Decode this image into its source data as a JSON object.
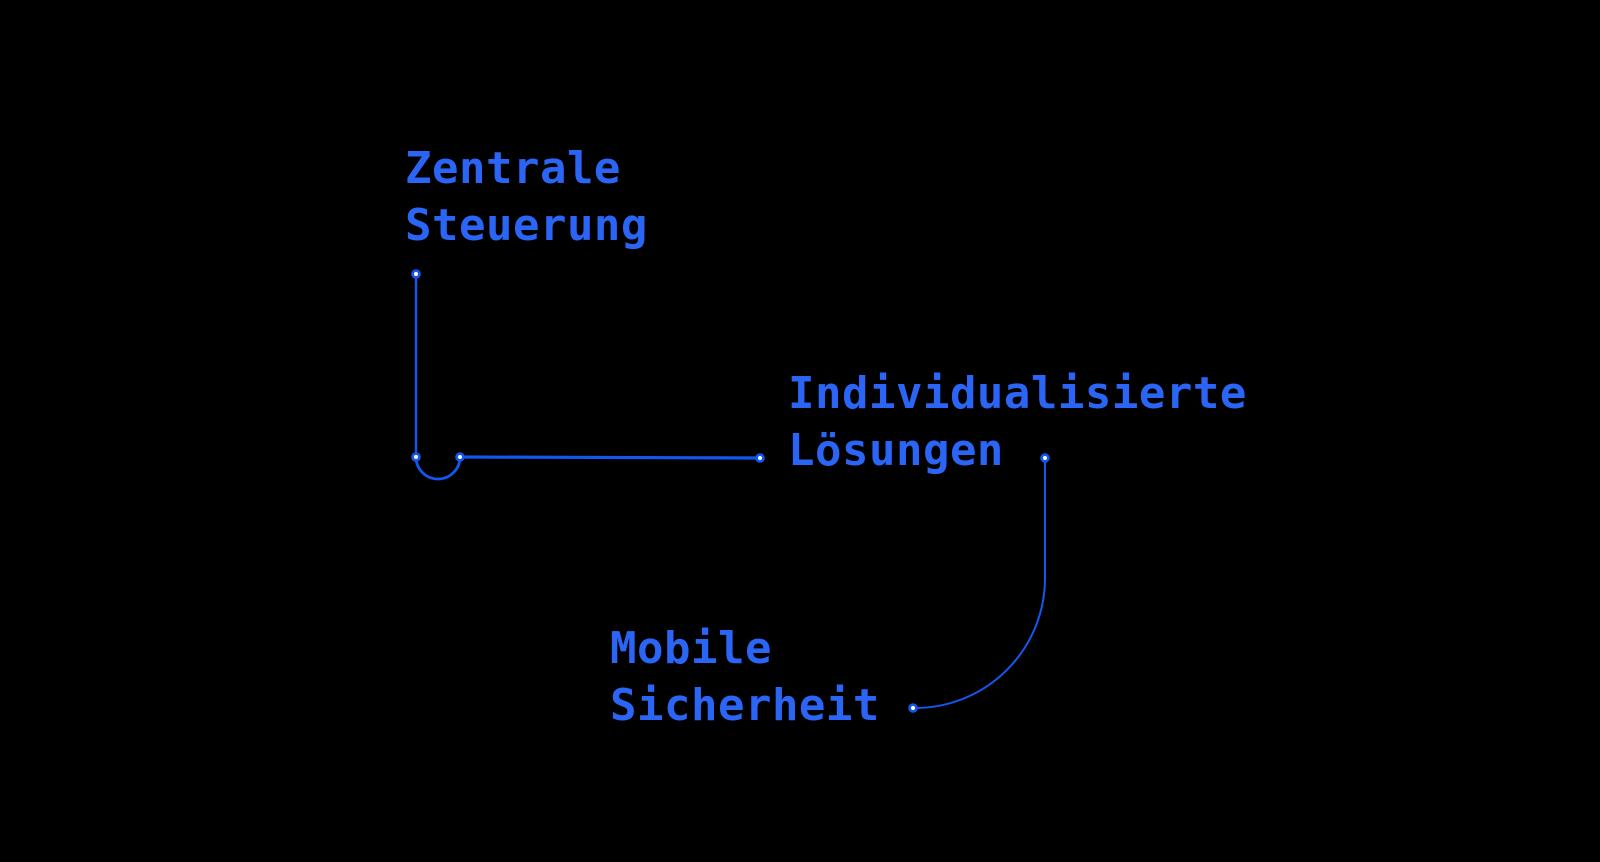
{
  "page": {
    "background": "#000000"
  },
  "colors": {
    "accent_text": "#2b65f6",
    "accent_line": "#1257ef",
    "dot_fill": "#ffffff"
  },
  "diagram": {
    "type": "node-link concept diagram",
    "nodes": [
      {
        "id": "zentrale-steuerung",
        "line1": "Zentrale",
        "line2": "Steuerung"
      },
      {
        "id": "individualisierte-loesungen",
        "line1": "Individualisierte",
        "line2": "Lösungen"
      },
      {
        "id": "mobile-sicherheit",
        "line1": "Mobile",
        "line2": "Sicherheit"
      }
    ],
    "connections": [
      {
        "from": "zentrale-steuerung",
        "to": "individualisierte-loesungen",
        "style": "vertical line with loop, then horizontal line"
      },
      {
        "from": "individualisierte-loesungen",
        "to": "mobile-sicherheit",
        "style": "vertical line curving left to endpoint"
      }
    ]
  }
}
